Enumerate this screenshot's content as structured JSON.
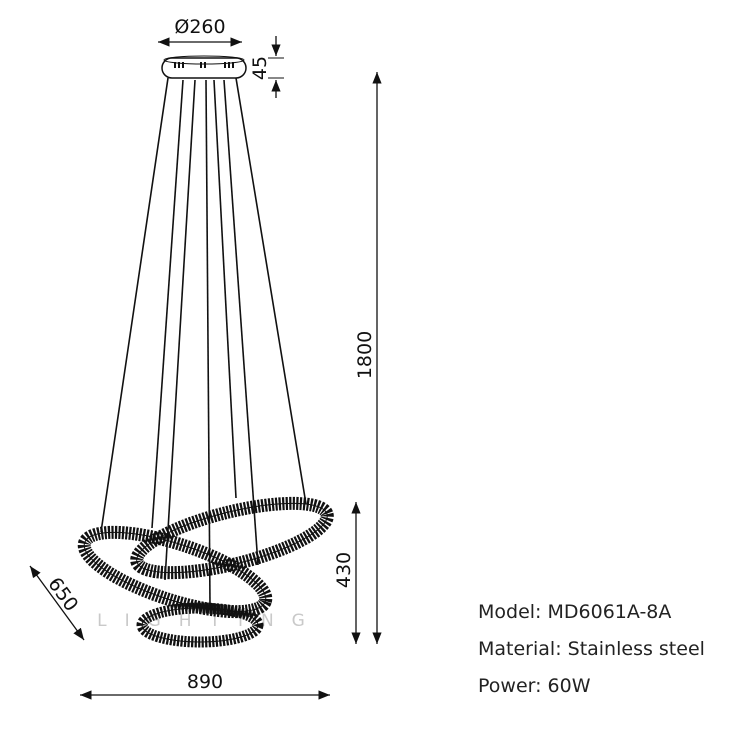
{
  "dimensions": {
    "canopy_diameter": "Ø260",
    "canopy_height": "45",
    "total_height": "1800",
    "ring_height": "430",
    "depth": "650",
    "width": "890"
  },
  "specs": {
    "model": "Model: MD6061A-8A",
    "material": "Material: Stainless steel",
    "power": "Power: 60W"
  },
  "watermark": {
    "brand": "LIGHTING"
  },
  "colors": {
    "line": "#111111",
    "watermark": "#c9c9c9"
  }
}
